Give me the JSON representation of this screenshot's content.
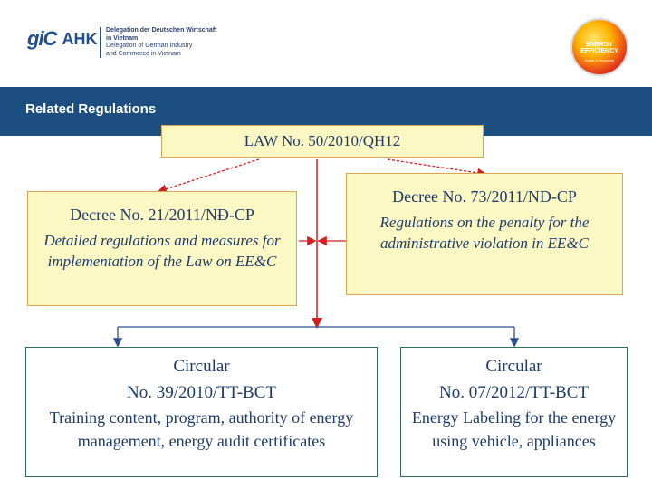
{
  "header": {
    "logo_gic": "giC",
    "logo_ahk": "AHK",
    "logo_lines": [
      "Delegation der Deutschen Wirtschaft",
      "in Vietnam",
      "Delegation of German Industry",
      "and Commerce in Vietnam"
    ],
    "badge_line1": "ENERGY",
    "badge_line2": "EFFICIENCY",
    "badge_sub": "made in Germany"
  },
  "banner": {
    "title": "Related Regulations"
  },
  "law": {
    "label": "LAW  No. 50/2010/QH12"
  },
  "decree_left": {
    "title": "Decree No.  21/2011/NĐ-CP",
    "desc": "Detailed  regulations  and measures  for  implementation of the   Law  on EE&C"
  },
  "decree_right": {
    "title": "Decree No.  73/2011/NĐ-CP",
    "desc": "Regulations on the penalty for the administrative violation in EE&C"
  },
  "circular_left": {
    "line1": "Circular",
    "line2": "No. 39/2010/TT-BCT",
    "desc": "Training content, program, authority of energy management, energy audit certificates"
  },
  "circular_right": {
    "line1": "Circular",
    "line2": "No. 07/2012/TT-BCT",
    "desc": "Energy Labeling for the energy using vehicle, appliances"
  },
  "colors": {
    "banner": "#1c4f7f",
    "text_blue": "#1d3b6f",
    "yellow_fill": "#fcf8c4",
    "arrow_red": "#d21f1f",
    "arrow_blue": "#2b4f8f"
  }
}
